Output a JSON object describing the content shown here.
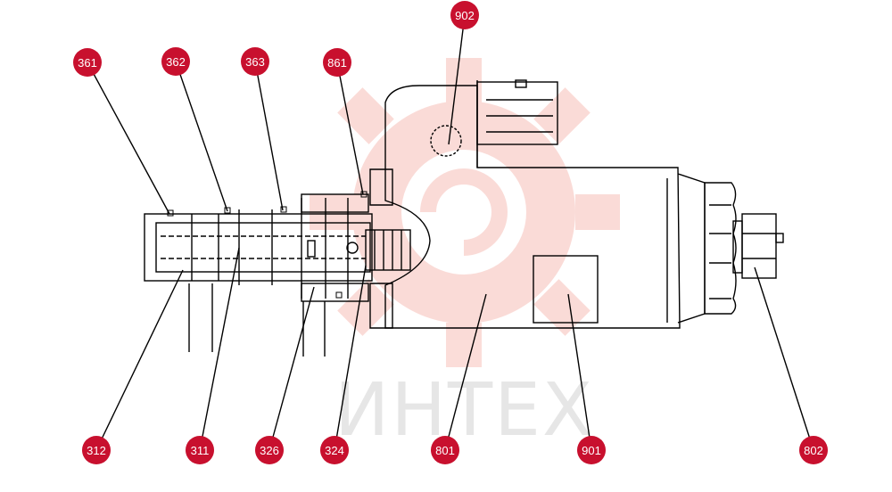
{
  "diagram": {
    "watermark_text": "ИНТЕХ",
    "badge_color": "#c8102e",
    "callouts": [
      {
        "id": "c361",
        "label": "361"
      },
      {
        "id": "c362",
        "label": "362"
      },
      {
        "id": "c363",
        "label": "363"
      },
      {
        "id": "c861",
        "label": "861"
      },
      {
        "id": "c902",
        "label": "902"
      },
      {
        "id": "c312",
        "label": "312"
      },
      {
        "id": "c311",
        "label": "311"
      },
      {
        "id": "c326",
        "label": "326"
      },
      {
        "id": "c324",
        "label": "324"
      },
      {
        "id": "c801",
        "label": "801"
      },
      {
        "id": "c901",
        "label": "901"
      },
      {
        "id": "c802",
        "label": "802"
      }
    ]
  }
}
